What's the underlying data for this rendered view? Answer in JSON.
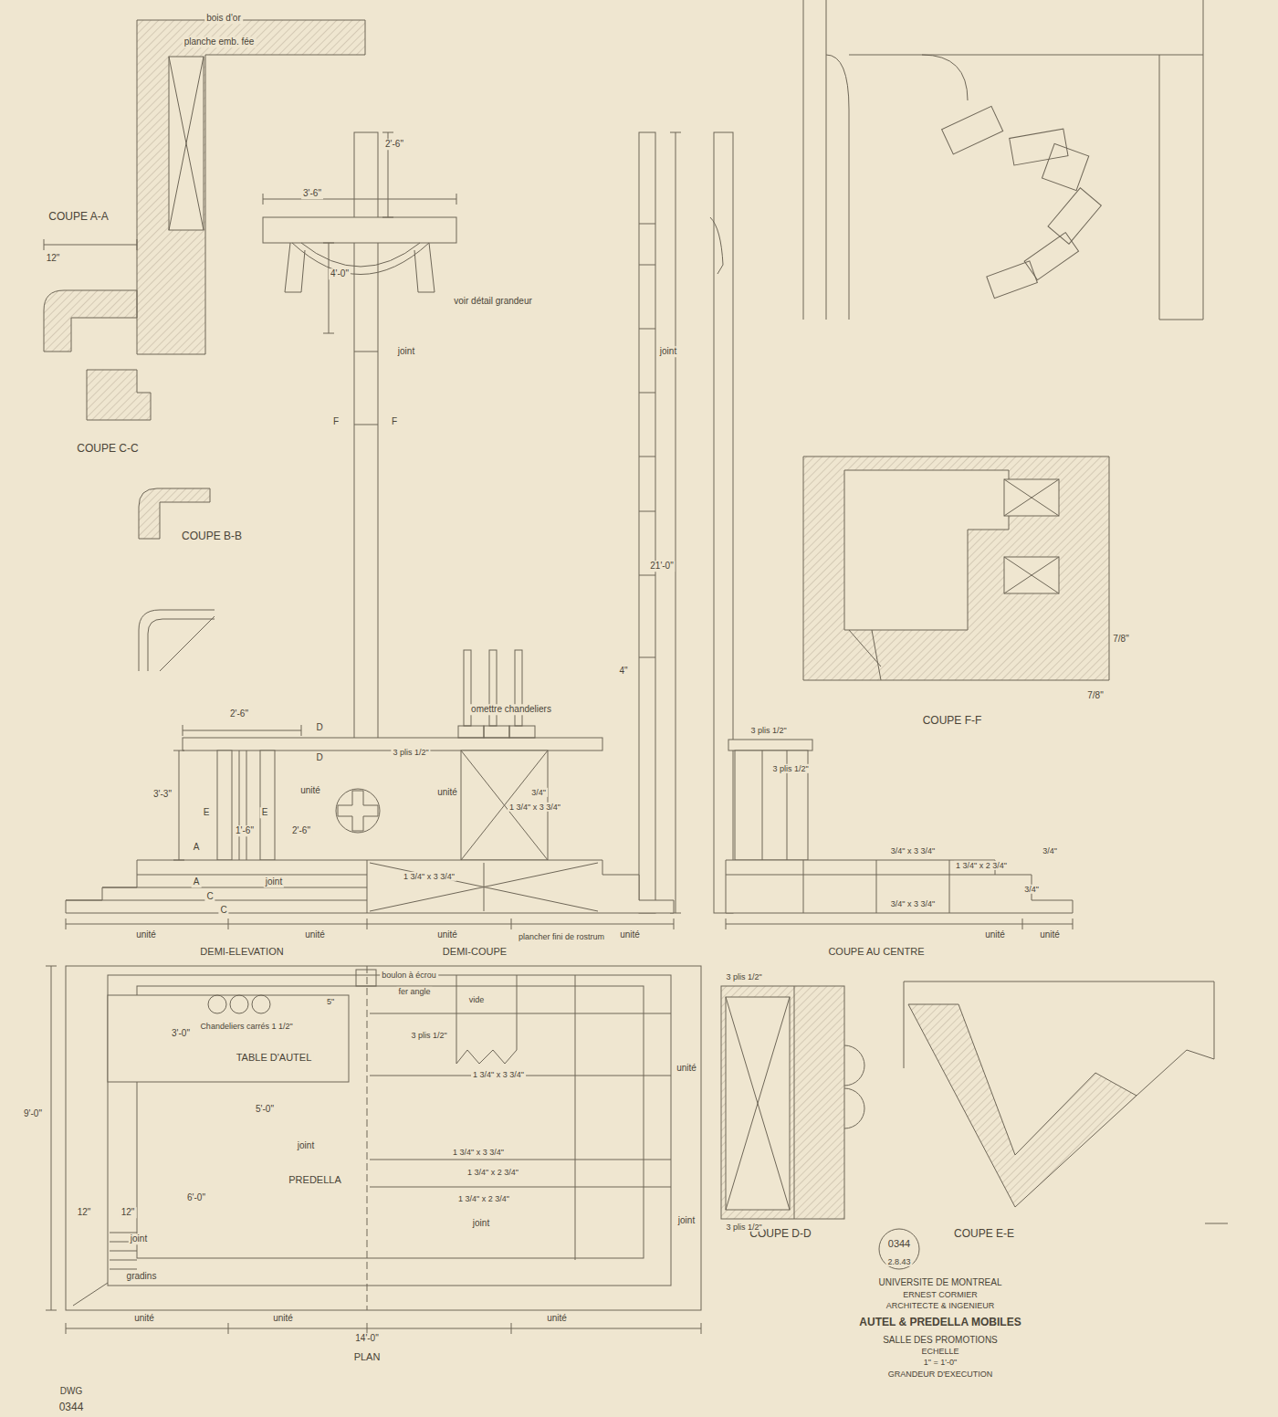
{
  "diagram": {
    "title": "AUTEL & PREDELLA MOBILES",
    "labels": [
      "bois d'or",
      "planche emb. fée",
      "COUPE A-A",
      "12\"",
      "COUPE C-C",
      "COUPE B-B",
      "3'-6\"",
      "2'-6\"",
      "4'-0\"",
      "voir détail grandeur",
      "joint",
      "F",
      "F",
      "21'-0\"",
      "joint",
      "4\"",
      "omettre chandeliers",
      "2'-6\"",
      "D",
      "D",
      "3 plis 1/2\"",
      "3'-3\"",
      "E",
      "E",
      "1'-6\"",
      "2'-6\"",
      "unité",
      "unité",
      "3/4\"",
      "1 3/4\" x 3 3/4\"",
      "A",
      "A",
      "C",
      "C",
      "joint",
      "1 3/4\" x 3 3/4\"",
      "plancher fini de rostrum",
      "unité",
      "unité",
      "unité",
      "unité",
      "DEMI-ELEVATION",
      "DEMI-COUPE",
      "COUPE AU CENTRE",
      "3 plis 1/2\"",
      "3 plis 1/2\"",
      "3/4\" x 3 3/4\"",
      "1 3/4\" x 2 3/4\"",
      "3/4\" x 3 3/4\"",
      "3/4\"",
      "3/4\"",
      "unité",
      "unité",
      "COUPE F-F",
      "7/8\"",
      "7/8\"",
      "boulon à écrou",
      "fer angle",
      "Chandeliers carrés 1 1/2\"",
      "5\"",
      "3'-0\"",
      "TABLE D'AUTEL",
      "5'-0\"",
      "joint",
      "PREDELLA",
      "6'-0\"",
      "12\"",
      "12\"",
      "9'-0\"",
      "joint",
      "gradins",
      "unité",
      "unité",
      "unité",
      "14'-0\"",
      "PLAN",
      "unité",
      "joint",
      "vide",
      "3 plis 1/2\"",
      "1 3/4\" x 3 3/4\"",
      "1 3/4\" x 3 3/4\"",
      "1 3/4\" x 2 3/4\"",
      "1 3/4\" x 2 3/4\"",
      "joint",
      "3 plis 1/2\"",
      "COUPE D-D",
      "3 plis 1/2\"",
      "COUPE E-E",
      "0344",
      "2.8.43",
      "UNIVERSITE DE MONTREAL",
      "ERNEST CORMIER",
      "ARCHITECTE & INGENIEUR",
      "SALLE DES PROMOTIONS",
      "ECHELLE",
      "1\" = 1'-0\"",
      "GRANDEUR D'EXECUTION",
      "DWG",
      "0344"
    ]
  }
}
